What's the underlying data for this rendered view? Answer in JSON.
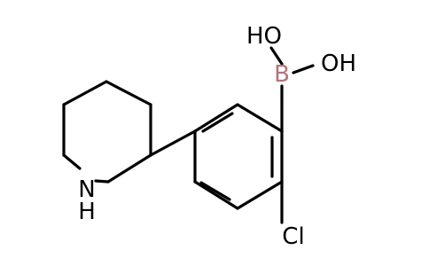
{
  "colors": {
    "bond": "#000000",
    "boron": "#b2747b",
    "chlorine": "#000000",
    "nitrogen": "#000000",
    "oxygen": "#000000"
  },
  "atoms": {
    "boron": "B",
    "hydroxyl_top": "HO",
    "hydroxyl_right": "OH",
    "chlorine": "Cl",
    "nitrogen_hydrogen": "H",
    "nitrogen": "N"
  }
}
